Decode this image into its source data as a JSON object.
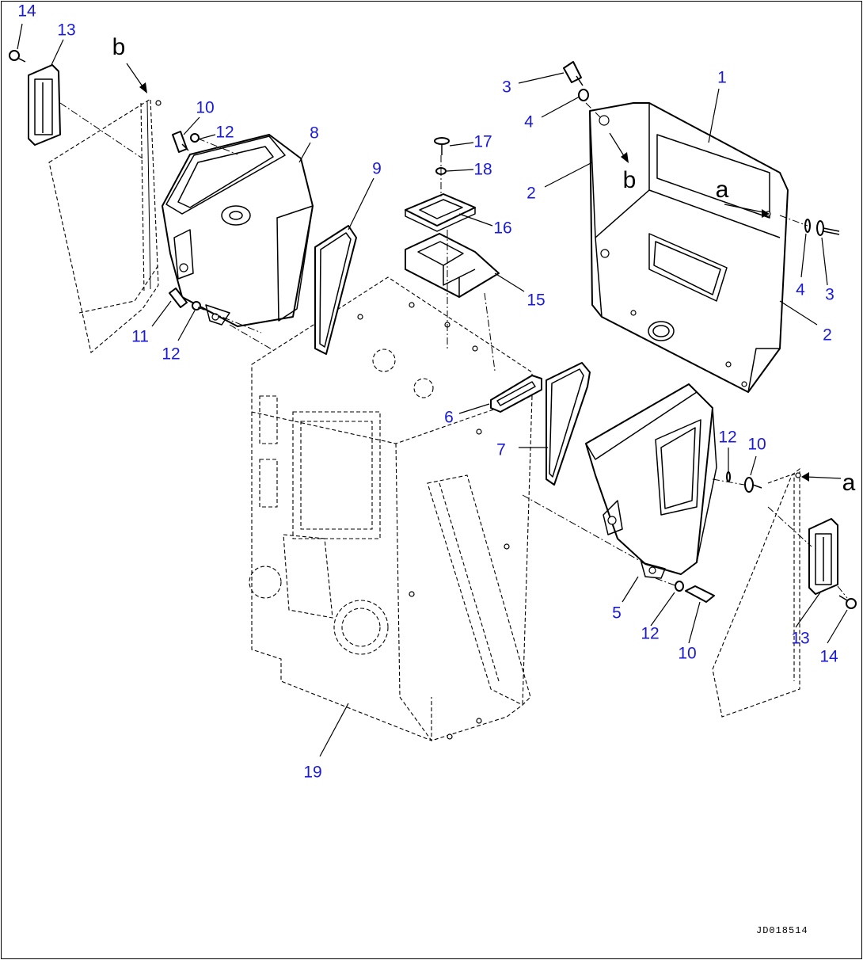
{
  "drawing_code": "JD018514",
  "callout_color": "#1a1ad6",
  "callouts": [
    {
      "id": "c14a",
      "text": "14"
    },
    {
      "id": "c13a",
      "text": "13"
    },
    {
      "id": "c10a",
      "text": "10"
    },
    {
      "id": "c12a",
      "text": "12"
    },
    {
      "id": "c8",
      "text": "8"
    },
    {
      "id": "c9",
      "text": "9"
    },
    {
      "id": "c11",
      "text": "11"
    },
    {
      "id": "c12b",
      "text": "12"
    },
    {
      "id": "c17",
      "text": "17"
    },
    {
      "id": "c18",
      "text": "18"
    },
    {
      "id": "c16",
      "text": "16"
    },
    {
      "id": "c15",
      "text": "15"
    },
    {
      "id": "c3a",
      "text": "3"
    },
    {
      "id": "c4a",
      "text": "4"
    },
    {
      "id": "c1",
      "text": "1"
    },
    {
      "id": "c2a",
      "text": "2"
    },
    {
      "id": "c4b",
      "text": "4"
    },
    {
      "id": "c3b",
      "text": "3"
    },
    {
      "id": "c2b",
      "text": "2"
    },
    {
      "id": "c6",
      "text": "6"
    },
    {
      "id": "c7",
      "text": "7"
    },
    {
      "id": "c12c",
      "text": "12"
    },
    {
      "id": "c10b",
      "text": "10"
    },
    {
      "id": "c5",
      "text": "5"
    },
    {
      "id": "c12d",
      "text": "12"
    },
    {
      "id": "c10c",
      "text": "10"
    },
    {
      "id": "c13b",
      "text": "13"
    },
    {
      "id": "c14b",
      "text": "14"
    },
    {
      "id": "c19",
      "text": "19"
    }
  ],
  "view_letters": [
    {
      "id": "vb1",
      "text": "b"
    },
    {
      "id": "va1",
      "text": "a"
    },
    {
      "id": "vb2",
      "text": "b"
    },
    {
      "id": "va2",
      "text": "a"
    }
  ]
}
